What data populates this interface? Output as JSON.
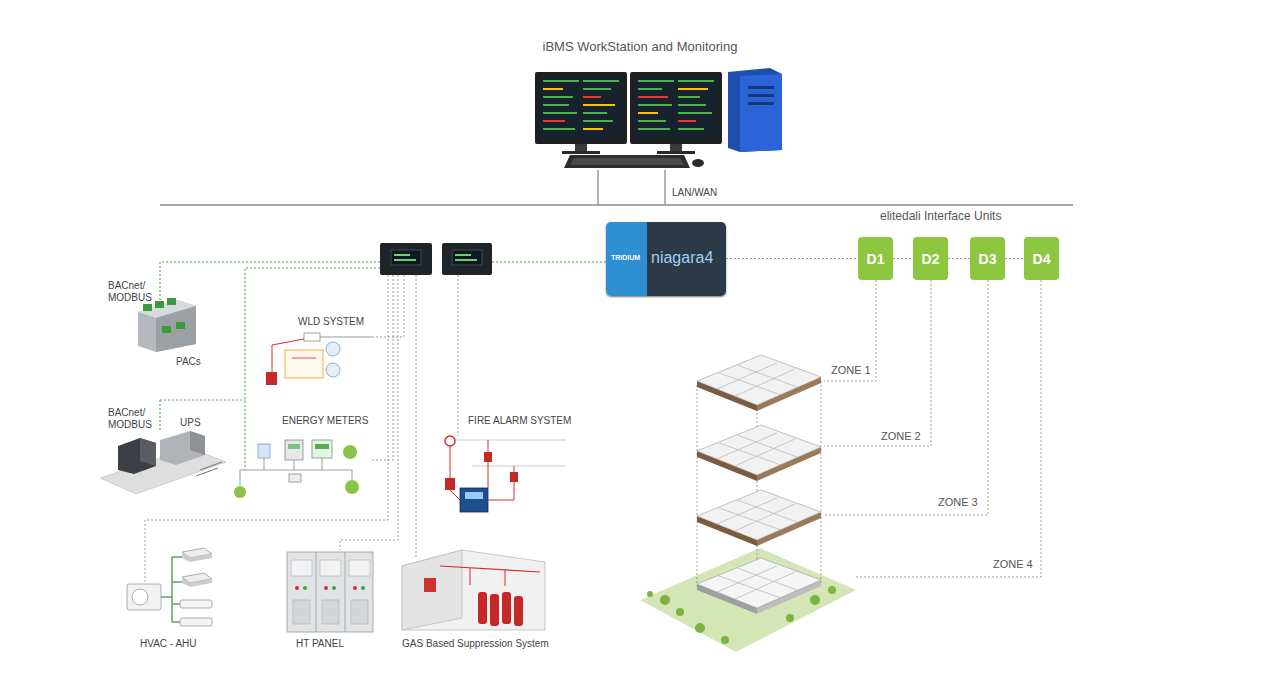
{
  "diagram": {
    "title": "iBMS WorkStation and Monitoring",
    "nodes": [
      {
        "text": [
          "TRIDIUM",
          "niagara4"
        ]
      },
      {
        "text": [
          "D1"
        ]
      },
      {
        "text": [
          "D2"
        ]
      },
      {
        "text": [
          "D3"
        ]
      },
      {
        "text": [
          "D4"
        ]
      }
    ],
    "edges": [
      {
        "from": 0,
        "to": 1,
        "arrow": "none"
      },
      {
        "from": 1,
        "to": 2,
        "arrow": "none"
      },
      {
        "from": 2,
        "to": 3,
        "arrow": "none"
      },
      {
        "from": 3,
        "to": 4,
        "arrow": "none"
      }
    ],
    "labels": [
      "LAN/WAN",
      "elitedali Interface Units",
      "BACnet/ MODBUS",
      "PACs",
      "WLD SYSTEM",
      "BACnet/ MODBUS",
      "UPS",
      "ENERGY METERS",
      "FIRE ALARM SYSTEM",
      "ZONE 1",
      "ZONE 2",
      "ZONE 3",
      "ZONE 4",
      "HVAC - AHU",
      "HT PANEL",
      "GAS Based Suppression System"
    ]
  }
}
